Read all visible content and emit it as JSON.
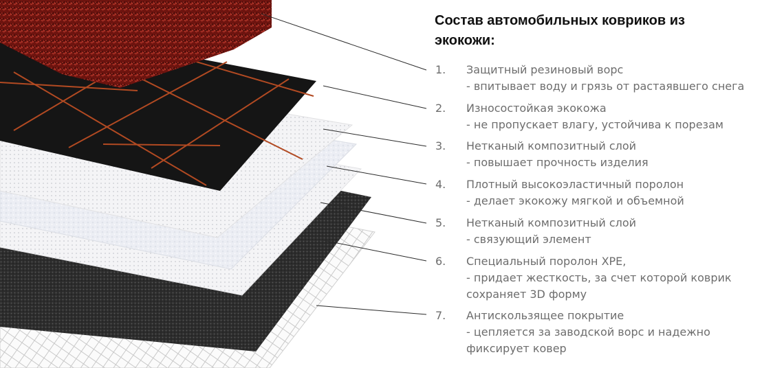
{
  "title": "Состав автомобильных ковриков из экокожи:",
  "colors": {
    "rubber_pile": "#7a1712",
    "leather": "#161616",
    "stitch": "#b24a22",
    "nonwoven": "#f3f3f5",
    "foam": "#e9ebf1",
    "xpe": "#2b2b2b",
    "grid": "#d4d4d4",
    "leader_line": "#2a2a2a",
    "text": "#6d6d6d"
  },
  "items": [
    {
      "number": "1.",
      "lines": [
        "Защитный резиновый ворс",
        "- впитывает воду и грязь от растаявшего снега"
      ]
    },
    {
      "number": "2.",
      "lines": [
        "Износостойкая экокожа",
        "- не пропускает влагу, устойчива к порезам"
      ]
    },
    {
      "number": "3.",
      "lines": [
        "Нетканый композитный слой",
        "- повышает прочность изделия"
      ]
    },
    {
      "number": "4.",
      "lines": [
        "Плотный высокоэластичный поролон",
        "- делает экокожу мягкой и объемной"
      ]
    },
    {
      "number": "5.",
      "lines": [
        "Нетканый композитный слой",
        "- связующий элемент"
      ]
    },
    {
      "number": "6.",
      "lines": [
        "Специальный поролон XPE,",
        "- придает жесткость, за счет которой коврик",
        "сохраняет 3D форму"
      ]
    },
    {
      "number": "7.",
      "lines": [
        "Антискользящее покрытие",
        "- цепляется за заводской ворс и  надежно",
        "фиксирует ковер"
      ]
    }
  ]
}
